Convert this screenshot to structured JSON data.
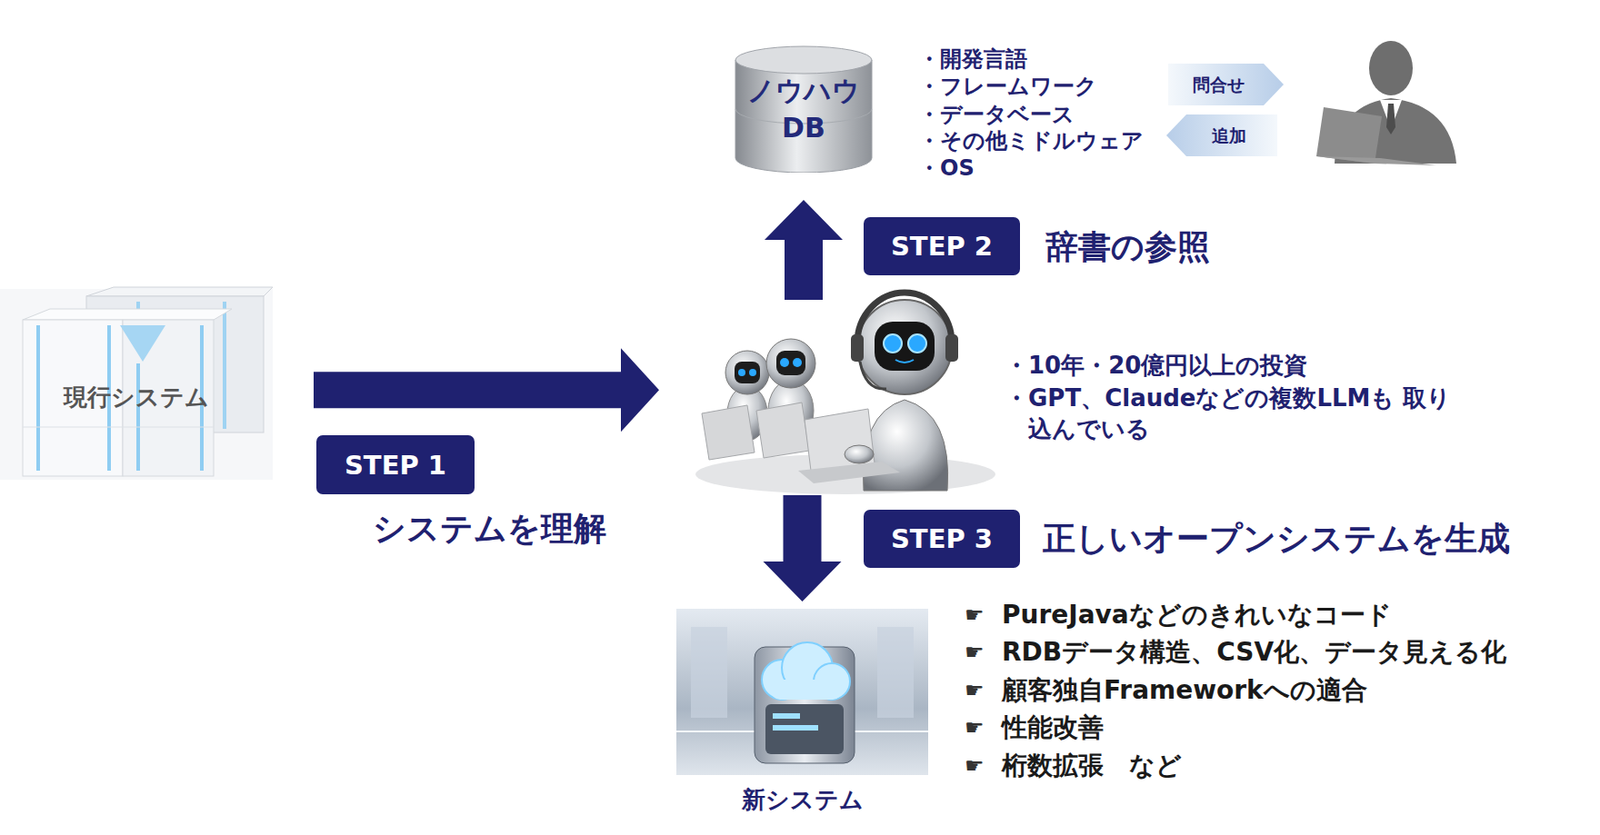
{
  "diagram": {
    "nodes": [
      {
        "text": [
          "ノウハウ DB"
        ]
      },
      {
        "text": [
          "問合せ"
        ]
      },
      {
        "text": [
          "追加"
        ]
      },
      {
        "text": [
          "STEP 2"
        ]
      },
      {
        "text": [
          "現行システム"
        ]
      },
      {
        "text": [
          "・10年・20億円以上の投資",
          "・GPT、Claudeなどの複数LLMも 取り込んでいる"
        ]
      },
      {
        "text": [
          "STEP 1"
        ]
      },
      {
        "text": [
          "STEP 3"
        ]
      },
      {
        "text": [
          "新システム"
        ]
      }
    ],
    "edges": [
      {
        "from": 4,
        "to": 5,
        "arrow": "to"
      },
      {
        "from": 5,
        "to": 0,
        "arrow": "to"
      },
      {
        "from": 5,
        "to": 8,
        "arrow": "to"
      }
    ],
    "labels": [
      "・開発言語",
      "・フレームワーク",
      "・データベース",
      "・その他ミドルウェア",
      "・OS",
      "辞書の参照",
      "システムを理解",
      "正しいオープンシステムを生成",
      "☛",
      "PureJavaなどのきれいなコード",
      "☛",
      "RDBデータ構造、CSV化、データ見える化",
      "☛",
      "顧客独自Frameworkへの適合",
      "☛",
      "性能改善",
      "☛",
      "桁数拡張　など"
    ]
  }
}
